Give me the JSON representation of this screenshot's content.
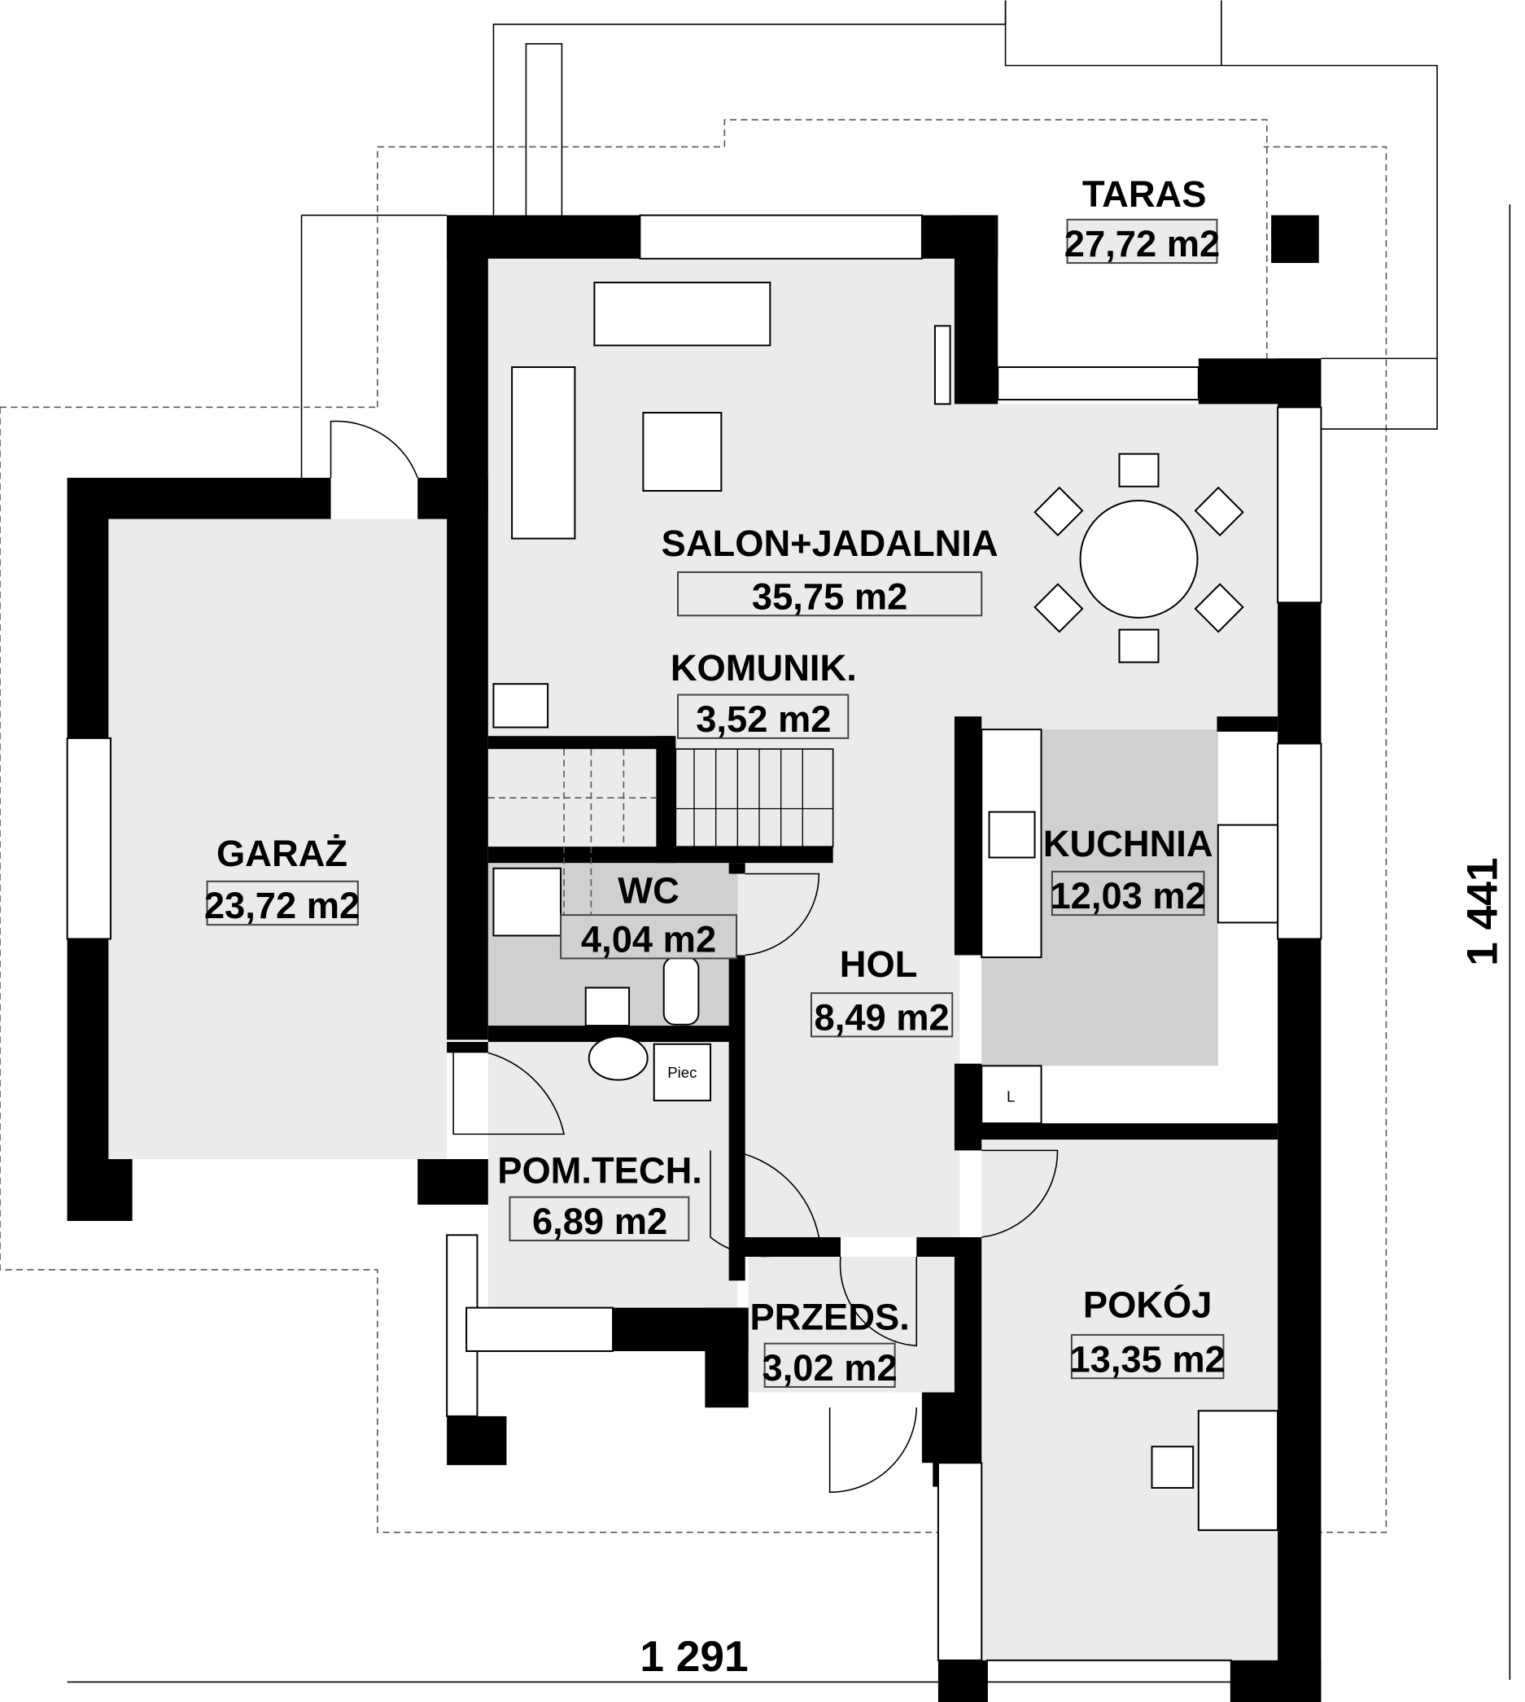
{
  "rooms": {
    "taras": {
      "name": "TARAS",
      "area": "27,72 m2"
    },
    "salon": {
      "name": "SALON+JADALNIA",
      "area": "35,75 m2"
    },
    "komunik": {
      "name": "KOMUNIK.",
      "area": "3,52 m2"
    },
    "garaz": {
      "name": "GARAŻ",
      "area": "23,72 m2"
    },
    "wc": {
      "name": "WC",
      "area": "4,04 m2"
    },
    "hol": {
      "name": "HOL",
      "area": "8,49 m2"
    },
    "kuchnia": {
      "name": "KUCHNIA",
      "area": "12,03 m2"
    },
    "pomtech": {
      "name": "POM.TECH.",
      "area": "6,89 m2"
    },
    "przeds": {
      "name": "PRZEDS.",
      "area": "3,02 m2"
    },
    "pokoj": {
      "name": "POKÓJ",
      "area": "13,35 m2"
    }
  },
  "fixtures": {
    "furnace": "Piec",
    "fridge": "L"
  },
  "dimensions": {
    "width": "1 291",
    "height": "1 441"
  }
}
